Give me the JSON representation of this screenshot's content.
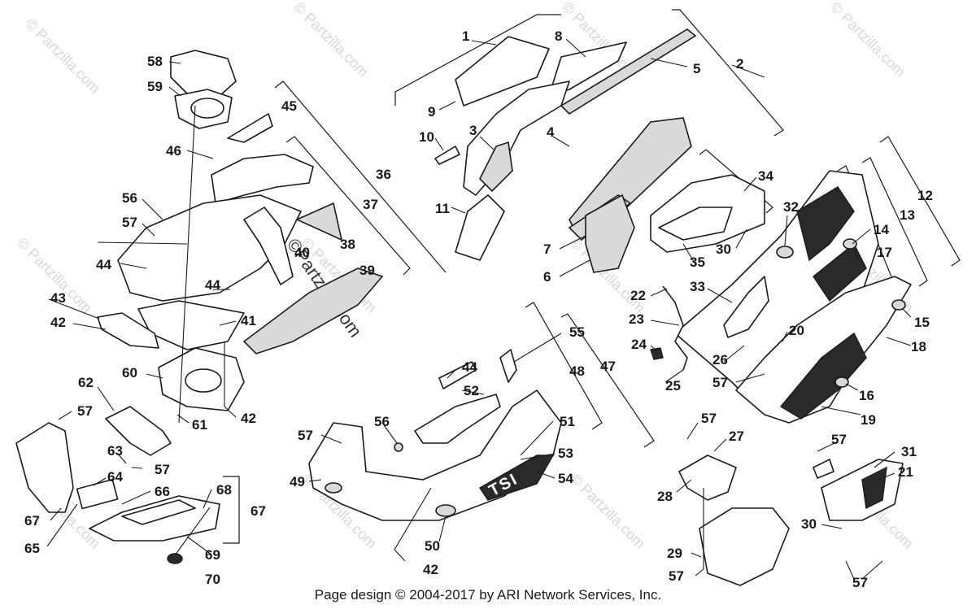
{
  "watermarks": [
    "© Partzilla.com",
    "© Partzilla.com",
    "© Partzilla.com",
    "© Partzilla.com",
    "© Partzilla.com",
    "© Partzilla.com",
    "© Partzilla.com",
    "© Partzilla.com",
    "© Partzilla.com",
    "© Partzilla.com",
    "© Partzilla.com",
    "© Partzilla.com"
  ],
  "center_watermark": "©Partzilla.com",
  "decal_text": "TSI",
  "callouts": [
    {
      "id": "c1",
      "label": "1"
    },
    {
      "id": "c2",
      "label": "2"
    },
    {
      "id": "c3",
      "label": "3"
    },
    {
      "id": "c4",
      "label": "4"
    },
    {
      "id": "c5",
      "label": "5"
    },
    {
      "id": "c6",
      "label": "6"
    },
    {
      "id": "c7",
      "label": "7"
    },
    {
      "id": "c8",
      "label": "8"
    },
    {
      "id": "c9",
      "label": "9"
    },
    {
      "id": "c10",
      "label": "10"
    },
    {
      "id": "c11",
      "label": "11"
    },
    {
      "id": "c12",
      "label": "12"
    },
    {
      "id": "c13",
      "label": "13"
    },
    {
      "id": "c14",
      "label": "14"
    },
    {
      "id": "c15",
      "label": "15"
    },
    {
      "id": "c16",
      "label": "16"
    },
    {
      "id": "c17",
      "label": "17"
    },
    {
      "id": "c18",
      "label": "18"
    },
    {
      "id": "c19",
      "label": "19"
    },
    {
      "id": "c20",
      "label": "20"
    },
    {
      "id": "c21",
      "label": "21"
    },
    {
      "id": "c22",
      "label": "22"
    },
    {
      "id": "c23",
      "label": "23"
    },
    {
      "id": "c24",
      "label": "24"
    },
    {
      "id": "c25",
      "label": "25"
    },
    {
      "id": "c26",
      "label": "26"
    },
    {
      "id": "c27",
      "label": "27"
    },
    {
      "id": "c28",
      "label": "28"
    },
    {
      "id": "c29",
      "label": "29"
    },
    {
      "id": "c30a",
      "label": "30"
    },
    {
      "id": "c30b",
      "label": "30"
    },
    {
      "id": "c31",
      "label": "31"
    },
    {
      "id": "c32",
      "label": "32"
    },
    {
      "id": "c33",
      "label": "33"
    },
    {
      "id": "c34",
      "label": "34"
    },
    {
      "id": "c35",
      "label": "35"
    },
    {
      "id": "c36",
      "label": "36"
    },
    {
      "id": "c37",
      "label": "37"
    },
    {
      "id": "c38",
      "label": "38"
    },
    {
      "id": "c39",
      "label": "39"
    },
    {
      "id": "c40",
      "label": "40"
    },
    {
      "id": "c41",
      "label": "41"
    },
    {
      "id": "c42a",
      "label": "42"
    },
    {
      "id": "c42b",
      "label": "42"
    },
    {
      "id": "c42c",
      "label": "42"
    },
    {
      "id": "c43",
      "label": "43"
    },
    {
      "id": "c44a",
      "label": "44"
    },
    {
      "id": "c44b",
      "label": "44"
    },
    {
      "id": "c44c",
      "label": "44"
    },
    {
      "id": "c45",
      "label": "45"
    },
    {
      "id": "c46",
      "label": "46"
    },
    {
      "id": "c47",
      "label": "47"
    },
    {
      "id": "c48",
      "label": "48"
    },
    {
      "id": "c49",
      "label": "49"
    },
    {
      "id": "c50",
      "label": "50"
    },
    {
      "id": "c51",
      "label": "51"
    },
    {
      "id": "c52",
      "label": "52"
    },
    {
      "id": "c53",
      "label": "53"
    },
    {
      "id": "c54",
      "label": "54"
    },
    {
      "id": "c55",
      "label": "55"
    },
    {
      "id": "c56a",
      "label": "56"
    },
    {
      "id": "c56b",
      "label": "56"
    },
    {
      "id": "c57a",
      "label": "57"
    },
    {
      "id": "c57b",
      "label": "57"
    },
    {
      "id": "c57c",
      "label": "57"
    },
    {
      "id": "c57d",
      "label": "57"
    },
    {
      "id": "c57e",
      "label": "57"
    },
    {
      "id": "c57f",
      "label": "57"
    },
    {
      "id": "c57g",
      "label": "57"
    },
    {
      "id": "c57h",
      "label": "57"
    },
    {
      "id": "c57i",
      "label": "57"
    },
    {
      "id": "c58",
      "label": "58"
    },
    {
      "id": "c59",
      "label": "59"
    },
    {
      "id": "c60",
      "label": "60"
    },
    {
      "id": "c61",
      "label": "61"
    },
    {
      "id": "c62",
      "label": "62"
    },
    {
      "id": "c63",
      "label": "63"
    },
    {
      "id": "c64",
      "label": "64"
    },
    {
      "id": "c65",
      "label": "65"
    },
    {
      "id": "c66",
      "label": "66"
    },
    {
      "id": "c67a",
      "label": "67"
    },
    {
      "id": "c67b",
      "label": "67"
    },
    {
      "id": "c68",
      "label": "68"
    },
    {
      "id": "c69",
      "label": "69"
    },
    {
      "id": "c70",
      "label": "70"
    }
  ],
  "footer": "Page design © 2004-2017 by ARI Network Services, Inc."
}
